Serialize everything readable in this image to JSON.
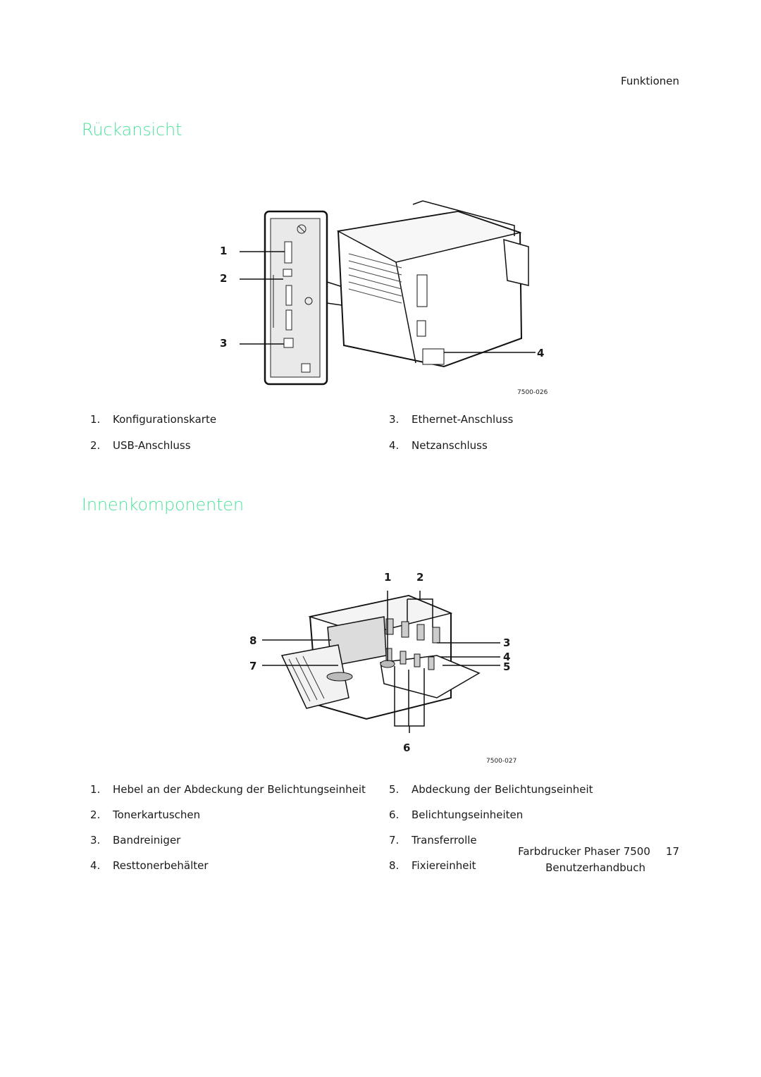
{
  "header": {
    "section": "Funktionen"
  },
  "rear": {
    "title": "Rückansicht",
    "figure_code": "7500-026",
    "callouts": [
      "1",
      "2",
      "3",
      "4"
    ],
    "items": [
      {
        "num": "1.",
        "label": "Konfigurationskarte"
      },
      {
        "num": "2.",
        "label": "USB-Anschluss"
      },
      {
        "num": "3.",
        "label": "Ethernet-Anschluss"
      },
      {
        "num": "4.",
        "label": "Netzanschluss"
      }
    ]
  },
  "inner": {
    "title": "Innenkomponenten",
    "figure_code": "7500-027",
    "callouts": [
      "1",
      "2",
      "8",
      "7",
      "3",
      "4",
      "5",
      "6"
    ],
    "items": [
      {
        "num": "1.",
        "label": "Hebel an der Abdeckung der Belichtungseinheit"
      },
      {
        "num": "2.",
        "label": "Tonerkartuschen"
      },
      {
        "num": "3.",
        "label": "Bandreiniger"
      },
      {
        "num": "4.",
        "label": "Resttonerbehälter"
      },
      {
        "num": "5.",
        "label": "Abdeckung der Belichtungseinheit"
      },
      {
        "num": "6.",
        "label": "Belichtungseinheiten"
      },
      {
        "num": "7.",
        "label": "Transferrolle"
      },
      {
        "num": "8.",
        "label": "Fixiereinheit"
      }
    ]
  },
  "footer": {
    "product": "Farbdrucker Phaser 7500",
    "page": "17",
    "doc": "Benutzerhandbuch"
  }
}
